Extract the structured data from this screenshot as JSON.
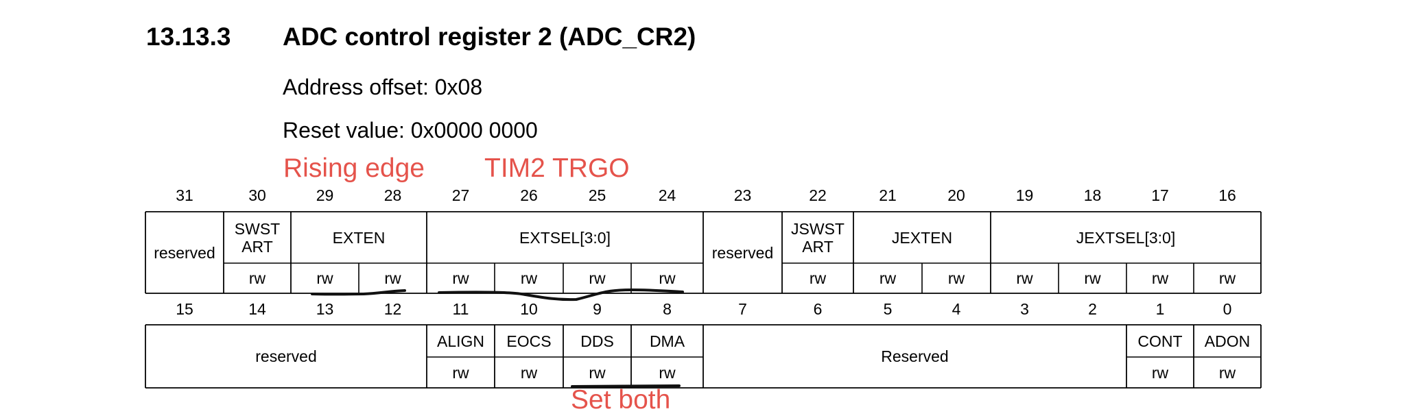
{
  "section_number": "13.13.3",
  "section_title": "ADC control register 2 (ADC_CR2)",
  "address_offset": "Address offset: 0x08",
  "reset_value": "Reset value: 0x0000 0000",
  "annotations": {
    "rising_edge": "Rising edge",
    "tim2_trgo": "TIM2 TRGO",
    "set_both": "Set both"
  },
  "upper_bits": [
    "31",
    "30",
    "29",
    "28",
    "27",
    "26",
    "25",
    "24",
    "23",
    "22",
    "21",
    "20",
    "19",
    "18",
    "17",
    "16"
  ],
  "lower_bits": [
    "15",
    "14",
    "13",
    "12",
    "11",
    "10",
    "9",
    "8",
    "7",
    "6",
    "5",
    "4",
    "3",
    "2",
    "1",
    "0"
  ],
  "upper_fields": [
    {
      "name": "reserved",
      "access": []
    },
    {
      "name": "SWST\nART",
      "access": [
        "rw"
      ]
    },
    {
      "name": "EXTEN",
      "access": [
        "rw",
        "rw"
      ]
    },
    {
      "name": "EXTSEL[3:0]",
      "access": [
        "rw",
        "rw",
        "rw",
        "rw"
      ]
    },
    {
      "name": "reserved",
      "access": []
    },
    {
      "name": "JSWST\nART",
      "access": [
        "rw"
      ]
    },
    {
      "name": "JEXTEN",
      "access": [
        "rw",
        "rw"
      ]
    },
    {
      "name": "JEXTSEL[3:0]",
      "access": [
        "rw",
        "rw",
        "rw",
        "rw"
      ]
    }
  ],
  "lower_fields": [
    {
      "name": "reserved",
      "access": []
    },
    {
      "name": "ALIGN",
      "access": [
        "rw"
      ]
    },
    {
      "name": "EOCS",
      "access": [
        "rw"
      ]
    },
    {
      "name": "DDS",
      "access": [
        "rw"
      ]
    },
    {
      "name": "DMA",
      "access": [
        "rw"
      ]
    },
    {
      "name": "Reserved",
      "access": []
    },
    {
      "name": "CONT",
      "access": [
        "rw"
      ]
    },
    {
      "name": "ADON",
      "access": [
        "rw"
      ]
    }
  ]
}
